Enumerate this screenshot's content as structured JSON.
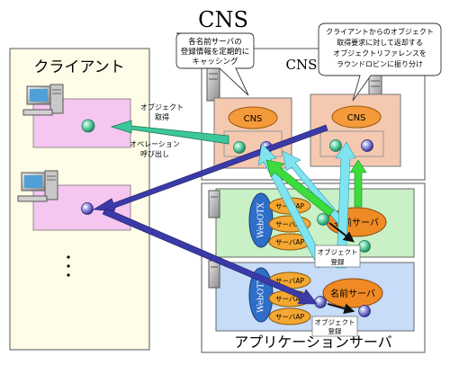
{
  "title": "CNS",
  "client_panel": {
    "label": "クライアント",
    "ellipsis": "・\n・\n・"
  },
  "cns_panel": {
    "label": "CNS"
  },
  "app_panel": {
    "label": "アプリケーションサーバ"
  },
  "cns_node_label": "CNS",
  "callouts": {
    "left": [
      "各名前サーバの",
      "登録情報を定期的に",
      "キャッシング"
    ],
    "right": [
      "クライアントからのオブジェクト",
      "取得要求に対して返却する",
      "オブジェクトリファレンスを",
      "ラウンドロビンに振り分け"
    ]
  },
  "arrow_labels": {
    "get_object": [
      "オブジェクト",
      "取得"
    ],
    "operation_call": [
      "オペレーション",
      "呼び出し"
    ],
    "register_upper": [
      "オブジェクト",
      "登録"
    ],
    "register_lower": [
      "オブジェクト",
      "登録"
    ]
  },
  "server_components": {
    "webotx_label": "WebOTX",
    "server_ap_label": "サーバAP",
    "name_server_label": "名前サーバ"
  },
  "colors": {
    "client_panel_bg": "#fffde8",
    "cns_panel_bg": "#ffffff",
    "app_panel_bg": "#ffffff",
    "cns_box": "#f4c9b0",
    "cns_node": "#f49a3a",
    "client_box": "#f5c6f0",
    "app_server_green": "#c9f0c6",
    "app_server_blue": "#c6dcf8",
    "webotx": "#2f6ec8",
    "server_ap": "#f4a832",
    "name_server": "#f08a24",
    "arrow_teal": "#3cc79a",
    "arrow_navy": "#3a3aa8",
    "arrow_cyan": "#7fe4f0",
    "arrow_green": "#3bdc3b",
    "arrow_black": "#111111"
  }
}
